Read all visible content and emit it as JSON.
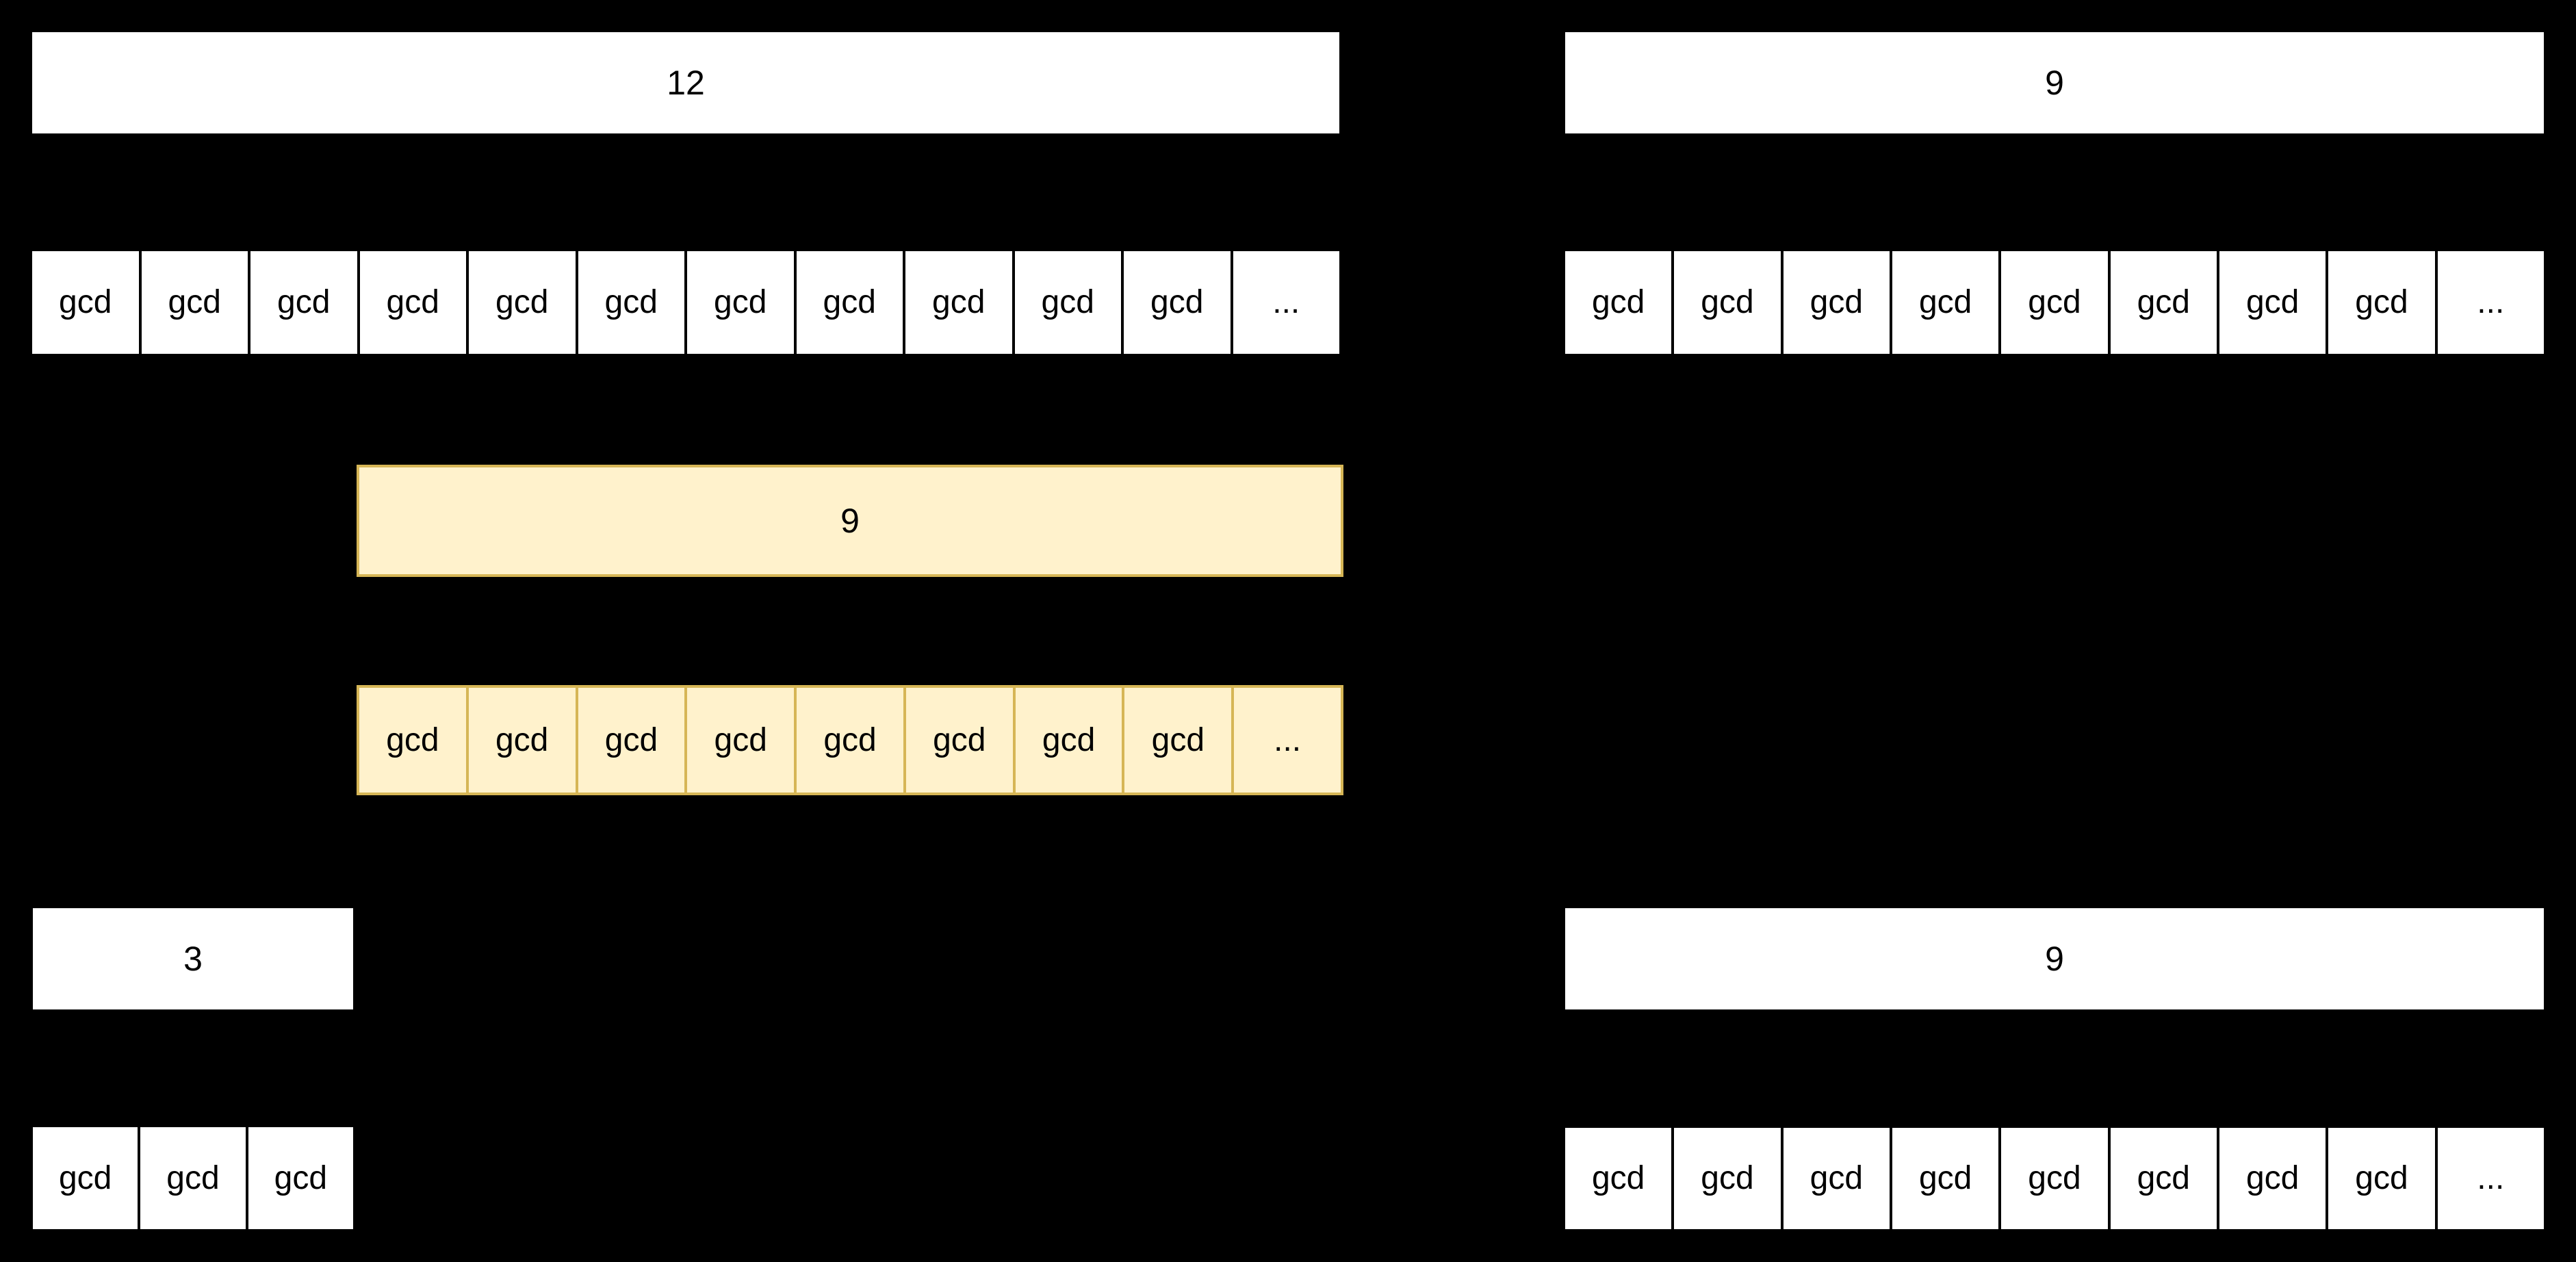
{
  "colors": {
    "background": "#000000",
    "box_fill": "#ffffff",
    "box_border": "#000000",
    "highlight_fill": "#fff2cc",
    "highlight_border": "#d6b656",
    "text": "#000000"
  },
  "diagram": {
    "groups": {
      "left_top": {
        "bar_label": "12",
        "cells": [
          "gcd",
          "gcd",
          "gcd",
          "gcd",
          "gcd",
          "gcd",
          "gcd",
          "gcd",
          "gcd",
          "gcd",
          "gcd",
          "..."
        ]
      },
      "left_middle": {
        "bar_label": "9",
        "highlighted": true,
        "cells": [
          "gcd",
          "gcd",
          "gcd",
          "gcd",
          "gcd",
          "gcd",
          "gcd",
          "gcd",
          "..."
        ]
      },
      "left_bottom": {
        "bar_label": "3",
        "cells": [
          "gcd",
          "gcd",
          "gcd"
        ]
      },
      "right_top": {
        "bar_label": "9",
        "cells": [
          "gcd",
          "gcd",
          "gcd",
          "gcd",
          "gcd",
          "gcd",
          "gcd",
          "gcd",
          "..."
        ]
      },
      "right_bottom": {
        "bar_label": "9",
        "cells": [
          "gcd",
          "gcd",
          "gcd",
          "gcd",
          "gcd",
          "gcd",
          "gcd",
          "gcd",
          "..."
        ]
      }
    }
  }
}
